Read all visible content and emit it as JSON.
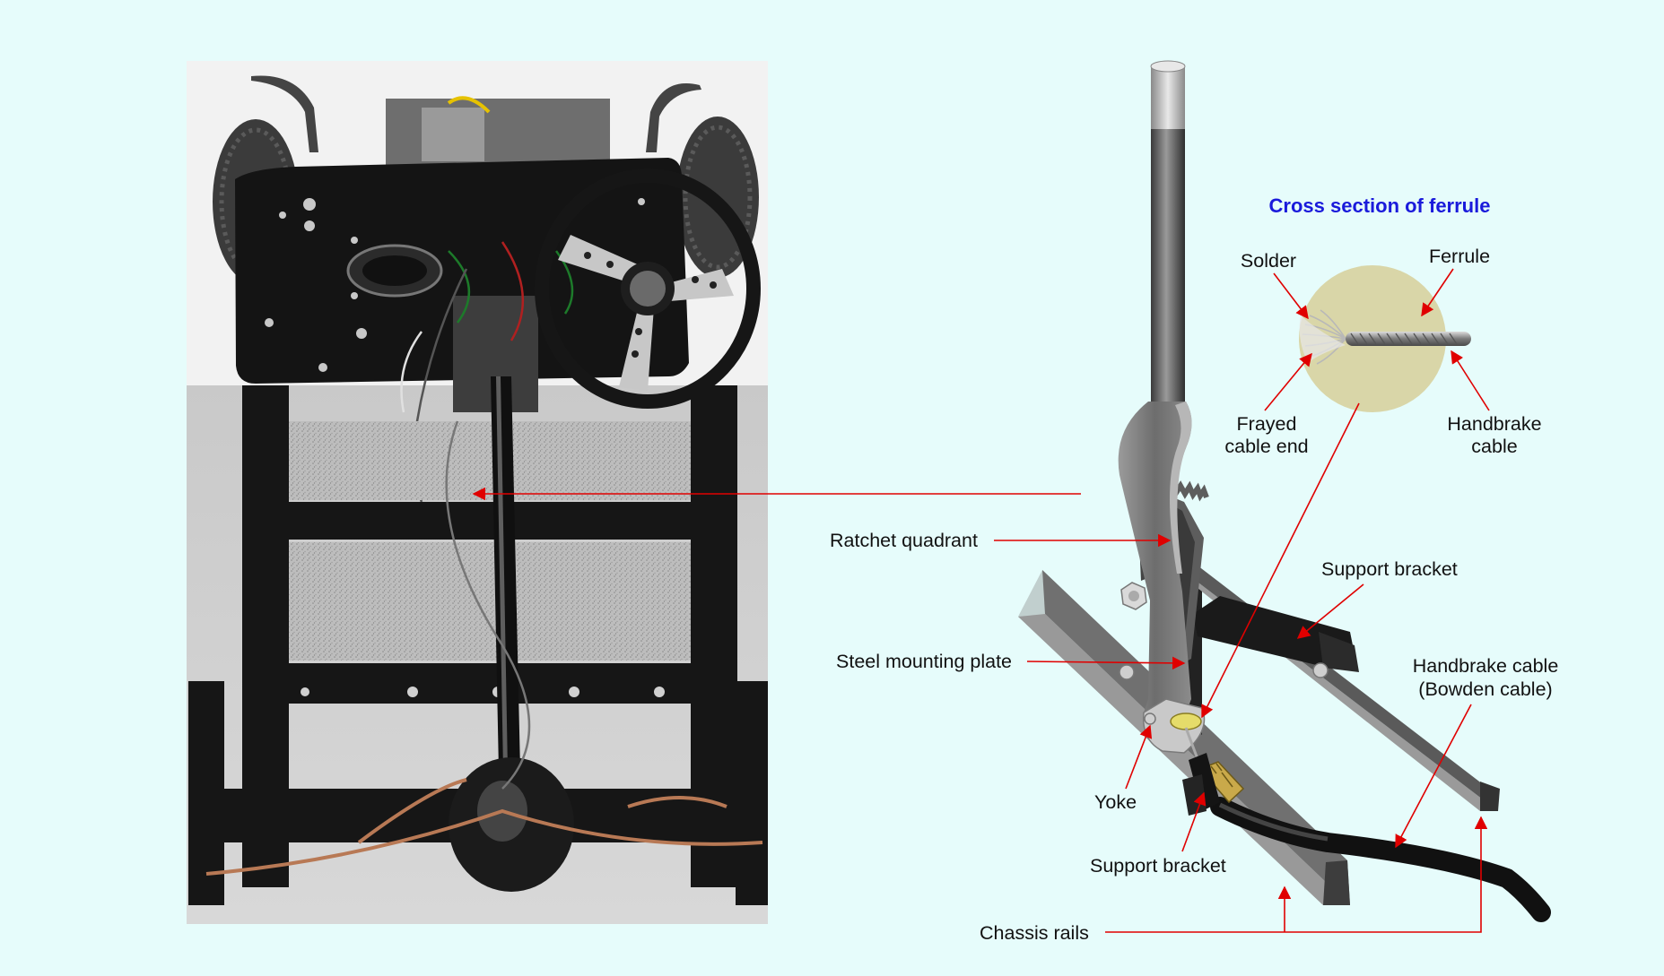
{
  "photo": {
    "description_icon": "chassis-photo"
  },
  "inset": {
    "title": "Cross section of ferrule"
  },
  "labels": {
    "solder": "Solder",
    "ferrule": "Ferrule",
    "frayed_1": "Frayed",
    "frayed_2": "cable end",
    "hb_cable_1": "Handbrake",
    "hb_cable_2": "cable",
    "ratchet": "Ratchet quadrant",
    "support_bracket_top": "Support bracket",
    "steel_plate": "Steel mounting plate",
    "bowden_1": "Handbrake cable",
    "bowden_2": "(Bowden cable)",
    "yoke": "Yoke",
    "support_bracket_bottom": "Support bracket",
    "chassis_rails": "Chassis rails"
  },
  "colors": {
    "background": "#e6fcfb",
    "arrow": "#e00000",
    "title": "#1a1adb",
    "ferrule_fill": "#d9d6a8",
    "metal": "#7a7a7a"
  }
}
